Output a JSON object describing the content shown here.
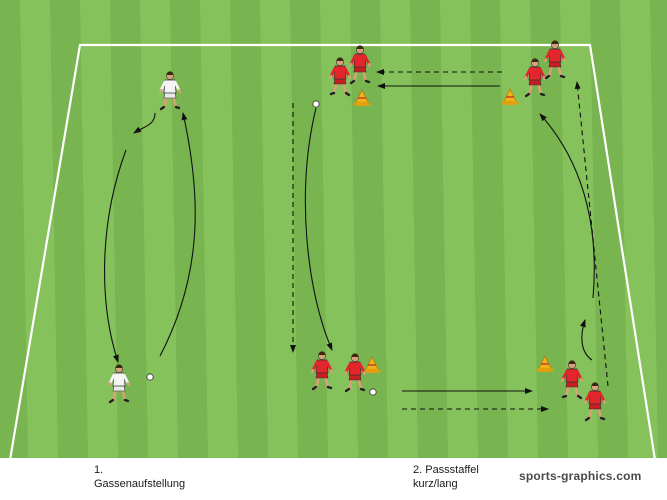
{
  "diagram": {
    "colors": {
      "grass_light": "#86c25c",
      "grass_dark": "#78b44f",
      "line": "#ffffff",
      "team_red": "#e3262b",
      "team_white": "#f4f4f4",
      "cone": "#f2b21c",
      "arrow": "#111111"
    }
  },
  "captions": {
    "drill1_number": "1.",
    "drill1_label": "Gassenaufstellung",
    "drill2_number": "2. Passstaffel",
    "drill2_label": "kurz/lang"
  },
  "branding": {
    "watermark": "sports-graphics.com"
  }
}
